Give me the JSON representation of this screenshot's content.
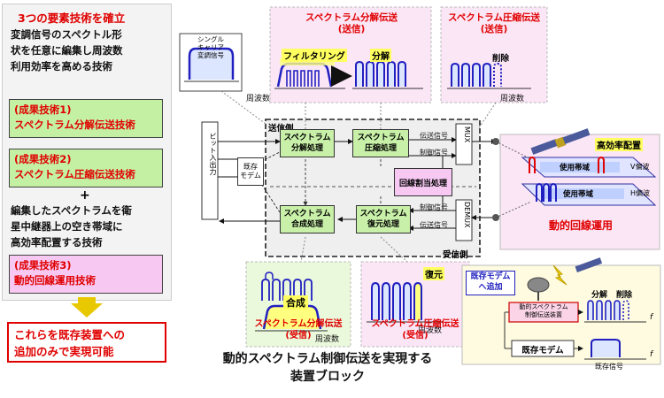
{
  "left": {
    "title": "3つの要素技術を確立",
    "desc_lines": [
      "変調信号のスペクトル形",
      "状を任意に編集し周波数",
      "利用効率を高める技術"
    ],
    "res1": {
      "head": "(成果技術1)",
      "body": "スペクトラム分解伝送技術"
    },
    "res2": {
      "head": "(成果技術2)",
      "body": "スペクトラム圧縮伝送技術"
    },
    "plus": "+",
    "desc2_lines": [
      "編集したスペクトラムを衛",
      "星中継器上の空き帯域に",
      "高効率配置する技術"
    ],
    "res3": {
      "head": "(成果技術3)",
      "body": "動的回線運用技術"
    },
    "conclusion_lines": [
      "これらを既存装置への",
      "追加のみで実現可能"
    ]
  },
  "diagram": {
    "single_carrier": [
      "シングル",
      "キャリア",
      "変調信号"
    ],
    "freq": "周波数",
    "decomp_tx": [
      "スペクトラム分解伝送",
      "(送信)"
    ],
    "filtering": "フィルタリング",
    "decomp": "分解",
    "comp_tx": [
      "スペクトラム圧縮伝送",
      "(送信)"
    ],
    "delete": "削除",
    "send_side": "送信側",
    "recv_side": "受信側",
    "blk_decomp": [
      "スペクトラム",
      "分解処理"
    ],
    "blk_comp": [
      "スペクトラム",
      "圧縮処理"
    ],
    "blk_synth": [
      "スペクトラム",
      "合成処理"
    ],
    "blk_restore": [
      "スペクトラム",
      "復元処理"
    ],
    "blk_assign": "回線割当処理",
    "existing_modem": [
      "既存",
      "モデム"
    ],
    "bit_io": "ビット入出力",
    "tx_signal": "伝送信号",
    "ctrl_signal": "制御信号",
    "mux": "MUX",
    "demux": "DEMUX",
    "high_eff": "高効率配置",
    "band_used": "使用帯域",
    "v_pol": "V偏波",
    "h_pol": "H偏波",
    "dyn_op": "動的回線運用",
    "synth": "合成",
    "restore": "復元",
    "decomp_rx": [
      "スペクトラム分解伝送",
      "(受信)"
    ],
    "comp_rx": [
      "スペクトラム圧縮伝送",
      "(受信)"
    ],
    "add_to_modem": [
      "既存モデム",
      "へ追加"
    ],
    "dyn_ctrl_dev": [
      "動的スペクトラム",
      "制御伝送装置"
    ],
    "modem_bottom": "既存モデム",
    "existing_signal": "既存信号",
    "decomp2": "分解",
    "delete2": "削除",
    "f": "f"
  },
  "caption": [
    "動的スペクトラム制御伝送を実現する",
    "装置ブロック"
  ]
}
